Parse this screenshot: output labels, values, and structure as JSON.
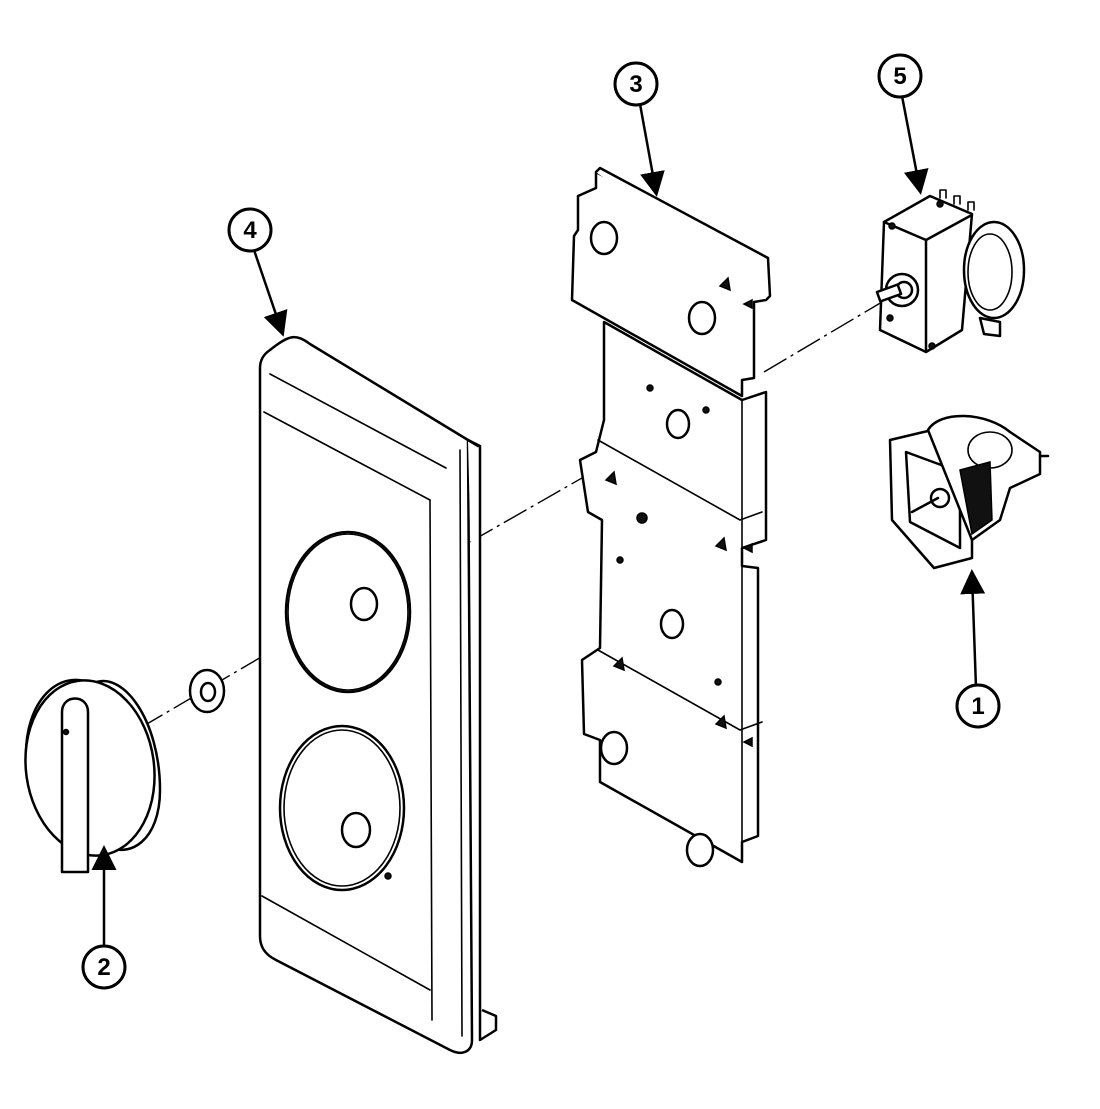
{
  "diagram": {
    "type": "exploded-parts-view",
    "colors": {
      "ink": "#000000",
      "paper": "#ffffff"
    },
    "callouts": [
      {
        "id": "1",
        "label": "1"
      },
      {
        "id": "2",
        "label": "2"
      },
      {
        "id": "3",
        "label": "3"
      },
      {
        "id": "4",
        "label": "4"
      },
      {
        "id": "5",
        "label": "5"
      }
    ]
  }
}
